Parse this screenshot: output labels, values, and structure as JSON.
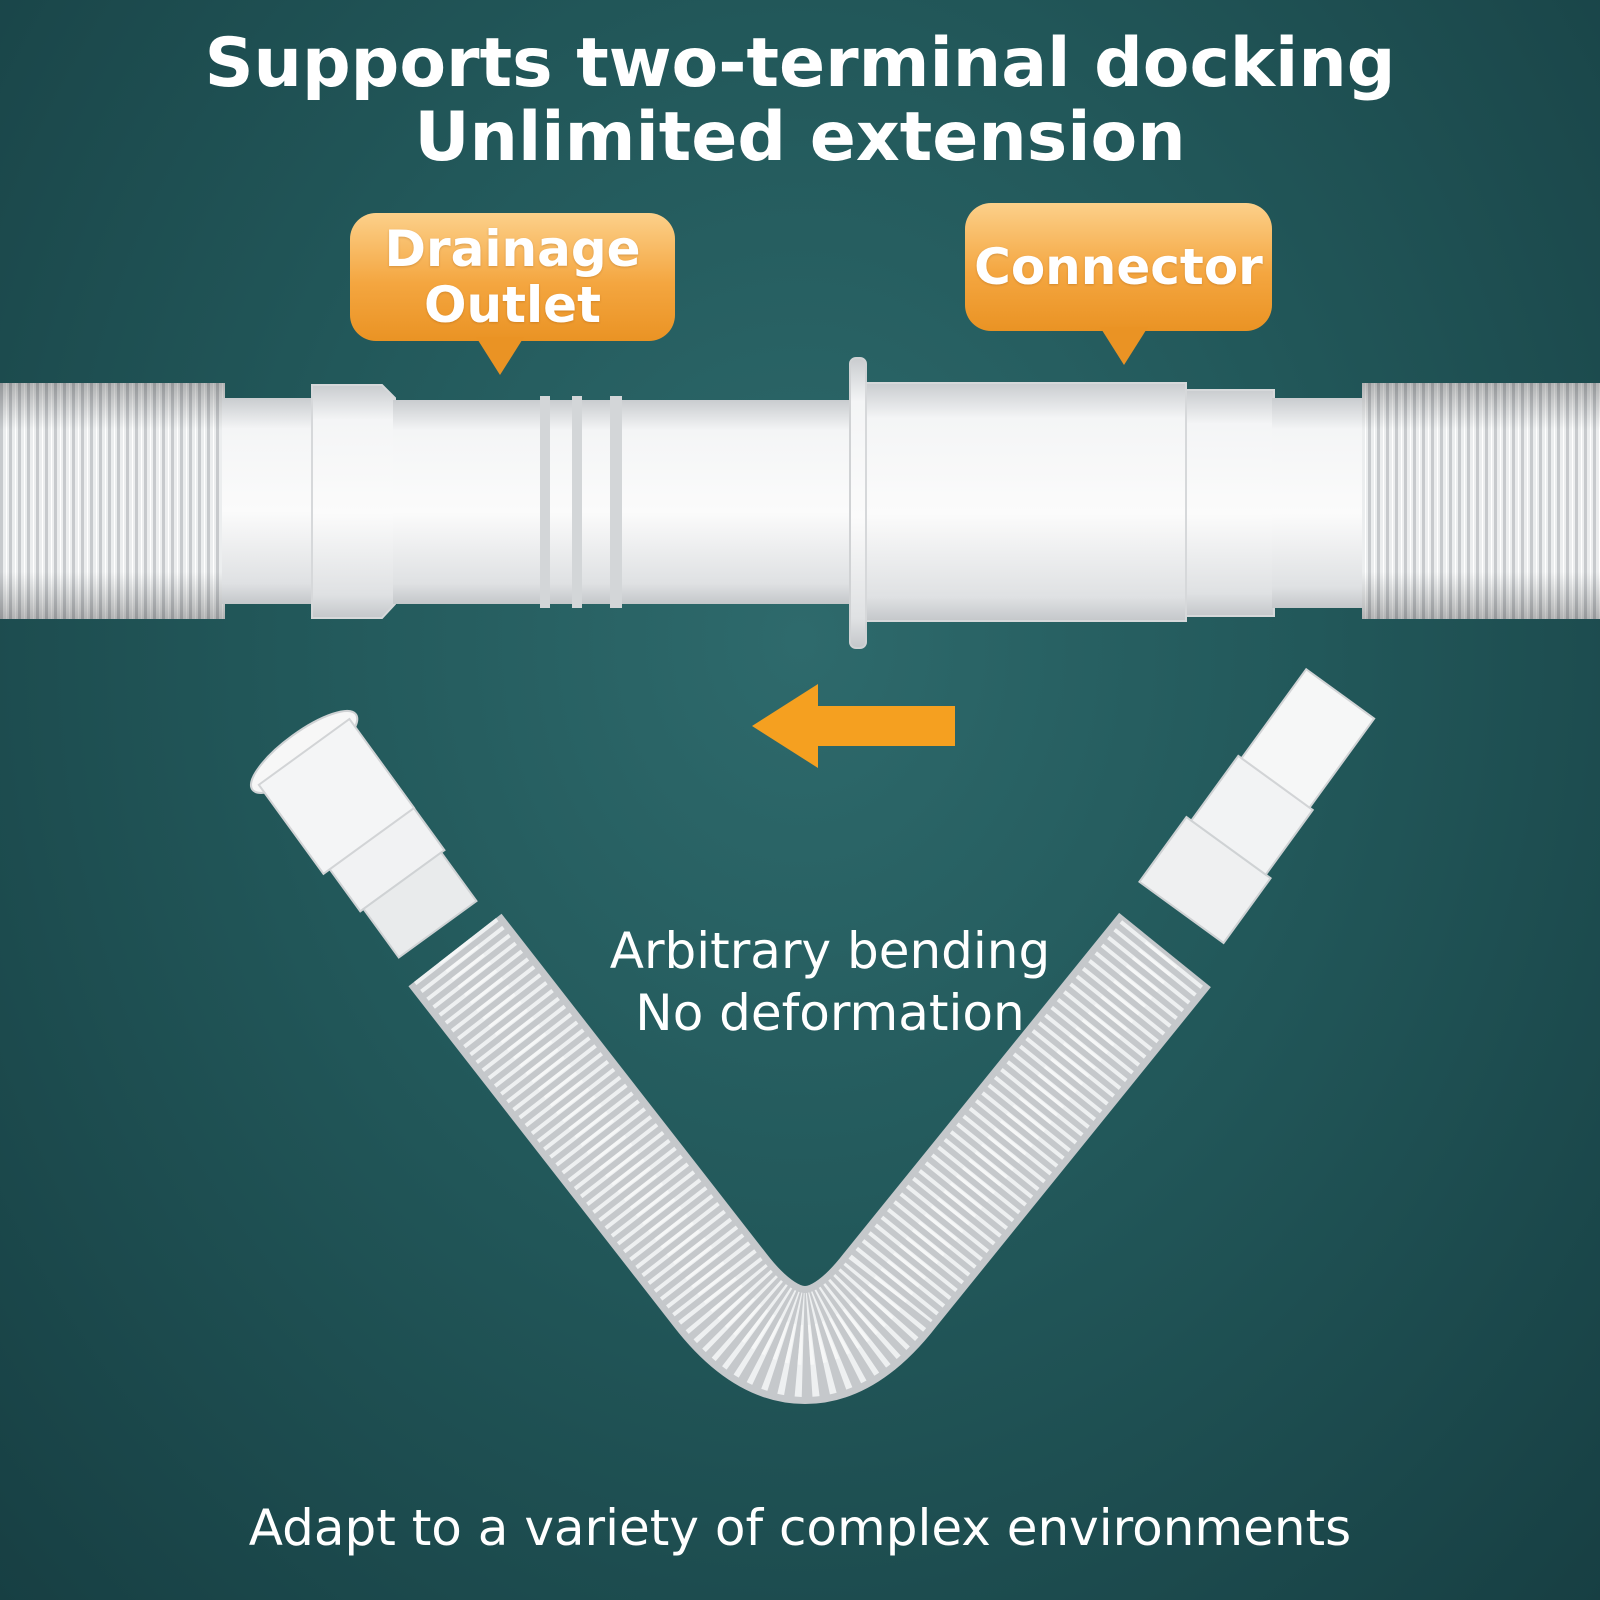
{
  "title": {
    "line1": "Supports two-terminal docking",
    "line2": "Unlimited extension"
  },
  "callouts": {
    "drainage_outlet": [
      "Drainage",
      "Outlet"
    ],
    "connector": "Connector"
  },
  "bending_text": {
    "line1": "Arbitrary bending",
    "line2": "No deformation"
  },
  "footer": "Adapt to a variety of complex environments",
  "colors": {
    "background": "#22585a",
    "callout": "#f4a640",
    "arrow": "#f5a020",
    "pipe": "#f2f2f2"
  },
  "icons": {
    "arrow": "arrow-left-icon"
  }
}
